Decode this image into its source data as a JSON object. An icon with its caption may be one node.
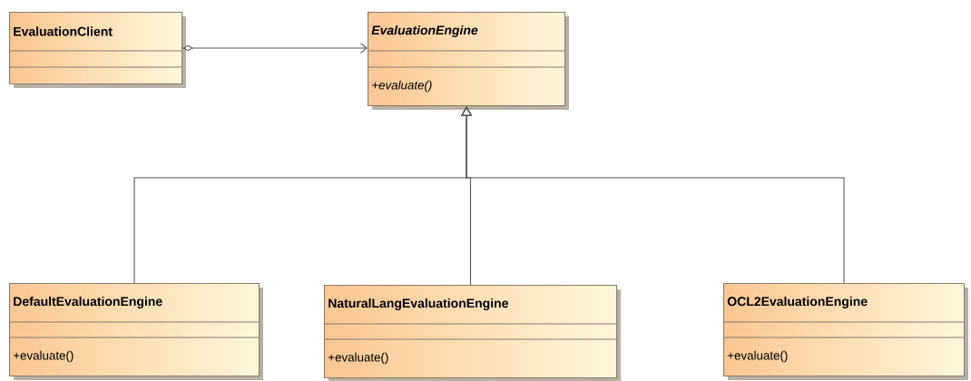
{
  "diagram": {
    "nodes": [
      {
        "text": [
          "EvaluationClient"
        ]
      },
      {
        "text": [
          "EvaluationEngine",
          "+evaluate()"
        ]
      },
      {
        "text": [
          "DefaultEvaluationEngine",
          "+evaluate()"
        ]
      },
      {
        "text": [
          "NaturalLangEvaluationEngine",
          "+evaluate()"
        ]
      },
      {
        "text": [
          "OCL2EvaluationEngine",
          "+evaluate()"
        ]
      }
    ],
    "edges": [
      {
        "from": 0,
        "to": 1,
        "arrow": "to"
      },
      {
        "from": 2,
        "to": 1,
        "arrow": "to"
      },
      {
        "from": 3,
        "to": 1,
        "arrow": "to"
      },
      {
        "from": 4,
        "to": 1,
        "arrow": "to"
      }
    ]
  }
}
